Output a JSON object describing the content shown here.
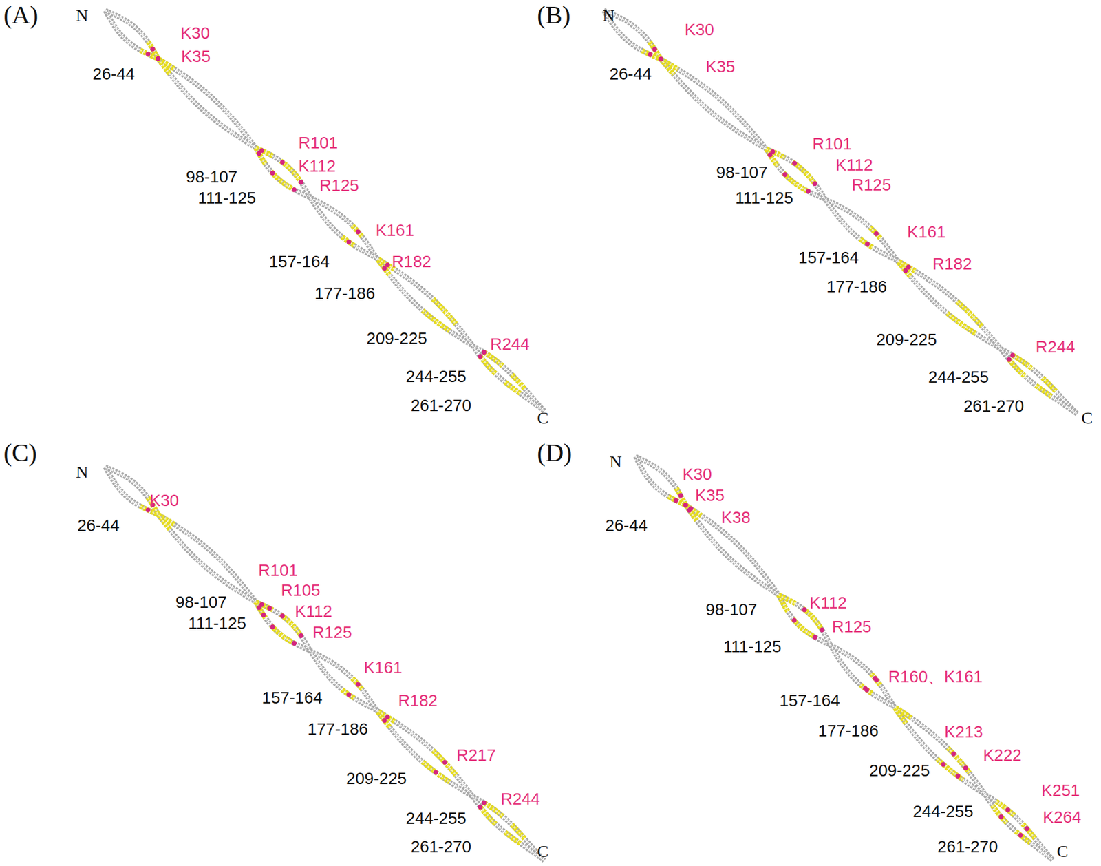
{
  "diagram": {
    "labels": [
      "(A)",
      "N",
      "K30",
      "K35",
      "26-44",
      "R101",
      "K112",
      "R125",
      "98-107",
      "111-125",
      "K161",
      "157-164",
      "R182",
      "177-186",
      "209-225",
      "R244",
      "244-255",
      "261-270",
      "C",
      "(B)",
      "N",
      "K30",
      "K35",
      "26-44",
      "R101",
      "K112",
      "R125",
      "98-107",
      "111-125",
      "K161",
      "157-164",
      "R182",
      "177-186",
      "209-225",
      "R244",
      "244-255",
      "261-270",
      "C",
      "(C)",
      "N",
      "K30",
      "26-44",
      "R101",
      "R105",
      "98-107",
      "K112",
      "R125",
      "111-125",
      "K161",
      "157-164",
      "R182",
      "177-186",
      "R217",
      "209-225",
      "R244",
      "244-255",
      "261-270",
      "C",
      "(D)",
      "N",
      "K30",
      "K35",
      "K38",
      "26-44",
      "K112",
      "R125",
      "98-107",
      "111-125",
      "R160、K161",
      "157-164",
      "177-186",
      "K213",
      "K222",
      "209-225",
      "K251",
      "K264",
      "244-255",
      "261-270",
      "C"
    ]
  }
}
